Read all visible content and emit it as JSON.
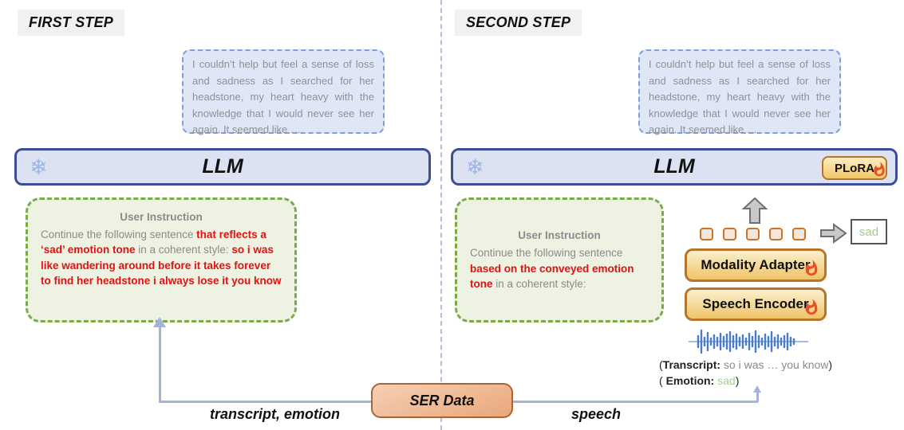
{
  "left_panel": {
    "step_label": "FIRST STEP",
    "output_bubble": "I couldn’t help but feel a sense of loss and sadness as I searched for her headstone, my heart heavy with the knowledge that I would never see her again. It seemed like …",
    "llm_label": "LLM",
    "snowflake": "❄",
    "instruction": {
      "title": "User Instruction",
      "segments": [
        {
          "text": "Continue the following sentence ",
          "style": "gray"
        },
        {
          "text": "that reflects a ‘sad’ emotion tone",
          "style": "red"
        },
        {
          "text": " in a coherent style: ",
          "style": "gray"
        },
        {
          "text": "so i was like wandering around before it takes forever to find her headstone i always lose it you know",
          "style": "red"
        }
      ]
    },
    "flow_label": "transcript, emotion"
  },
  "right_panel": {
    "step_label": "SECOND STEP",
    "output_bubble": "I couldn’t help but feel a sense of loss and sadness as I searched for her headstone, my heart heavy with the knowledge that I would never see her again. It seemed like …",
    "llm_label": "LLM",
    "snowflake": "❄",
    "plora_label": "PLoRA",
    "instruction": {
      "title": "User Instruction",
      "segments": [
        {
          "text": "Continue the following sentence ",
          "style": "gray"
        },
        {
          "text": "based on the conveyed emotion tone",
          "style": "red"
        },
        {
          "text": " in a coherent style:",
          "style": "gray"
        }
      ]
    },
    "sad_output": "sad",
    "modality_adapter_label": "Modality Adapter",
    "speech_encoder_label": "Speech Encoder",
    "transcript_caption": [
      {
        "text": "(",
        "style": "black"
      },
      {
        "text": "Transcript:",
        "style": "key"
      },
      {
        "text": " so i was … you know",
        "style": "gray"
      },
      {
        "text": ")",
        "style": "black"
      }
    ],
    "emotion_caption": [
      {
        "text": "( ",
        "style": "black"
      },
      {
        "text": "Emotion:",
        "style": "key"
      },
      {
        "text": " sad",
        "style": "green"
      },
      {
        "text": ")",
        "style": "black"
      }
    ],
    "flow_label": "speech"
  },
  "ser_data_label": "SER Data",
  "colors": {
    "accent_blue_border": "#3d4e94",
    "llm_fill": "#dce2f1",
    "bubble_fill": "#dfe7f6",
    "bubble_border": "#7f9ede",
    "green_fill": "#edf2e2",
    "green_border": "#7aab4a",
    "red_text": "#e31212",
    "orange_border": "#b5762c",
    "ser_border": "#ad6434",
    "connector": "#a3b3de",
    "sad_green": "#a6cd90"
  }
}
